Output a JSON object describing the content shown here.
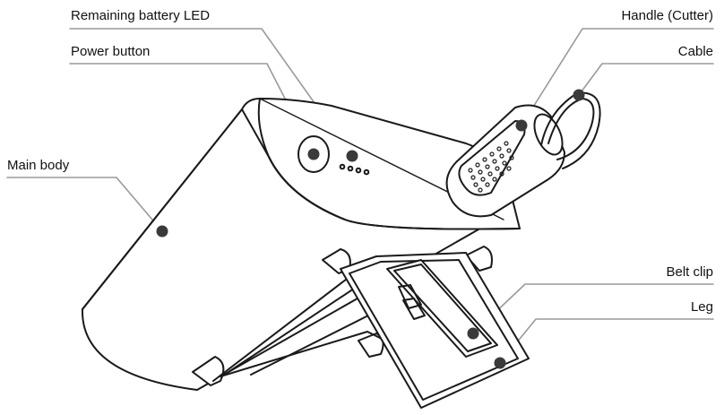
{
  "labels": {
    "remaining_led": "Remaining battery LED",
    "power_button": "Power button",
    "main_body": "Main body",
    "handle": "Handle (Cutter)",
    "cable": "Cable",
    "belt_clip": "Belt clip",
    "leg": "Leg"
  },
  "colors": {
    "line": "#1a1a1a",
    "leader": "#9a9a9a",
    "dot": "#3a3a3a"
  }
}
